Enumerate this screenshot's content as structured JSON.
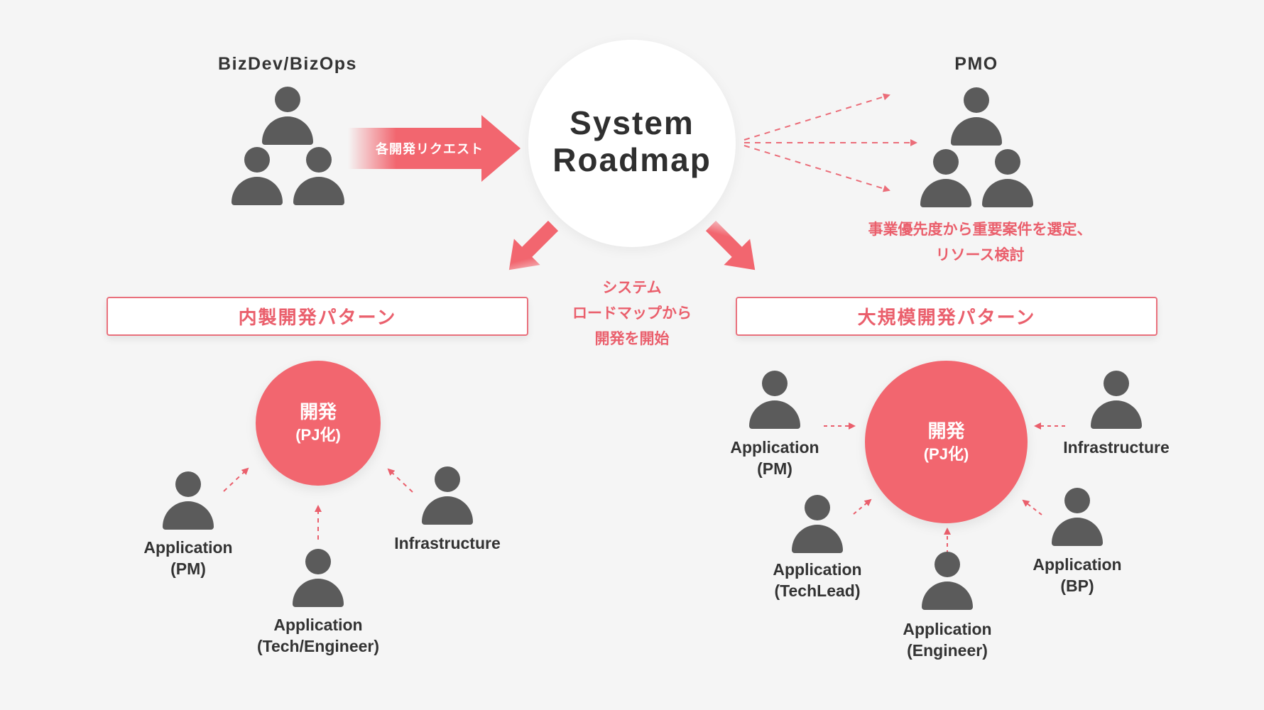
{
  "colors": {
    "background": "#f5f5f5",
    "accent": "#f2666f",
    "accent_text": "#ea5f6c",
    "person": "#5b5b5b",
    "text": "#333333"
  },
  "top": {
    "bizdev": {
      "title": "BizDev/BizOps",
      "icon": "people-group-icon"
    },
    "request_arrow": {
      "label": "各開発リクエスト"
    },
    "roadmap": {
      "line1": "System",
      "line2": "Roadmap"
    },
    "pmo": {
      "title": "PMO",
      "icon": "people-group-icon",
      "note_line1": "事業優先度から重要案件を選定、",
      "note_line2": "リソース検討"
    }
  },
  "center_note": {
    "line1": "システム",
    "line2": "ロードマップから",
    "line3": "開発を開始"
  },
  "patterns": {
    "inhouse": {
      "title": "内製開発パターン",
      "hub": {
        "line1": "開発",
        "line2": "(PJ化)"
      },
      "roles": [
        {
          "line1": "Application",
          "line2": "(PM)"
        },
        {
          "line1": "Application",
          "line2": "(Tech/Engineer)"
        },
        {
          "line1": "Infrastructure",
          "line2": ""
        }
      ]
    },
    "large": {
      "title": "大規模開発パターン",
      "hub": {
        "line1": "開発",
        "line2": "(PJ化)"
      },
      "roles": [
        {
          "line1": "Application",
          "line2": "(PM)"
        },
        {
          "line1": "Infrastructure",
          "line2": ""
        },
        {
          "line1": "Application",
          "line2": "(TechLead)"
        },
        {
          "line1": "Application",
          "line2": "(Engineer)"
        },
        {
          "line1": "Application",
          "line2": "(BP)"
        }
      ]
    }
  }
}
